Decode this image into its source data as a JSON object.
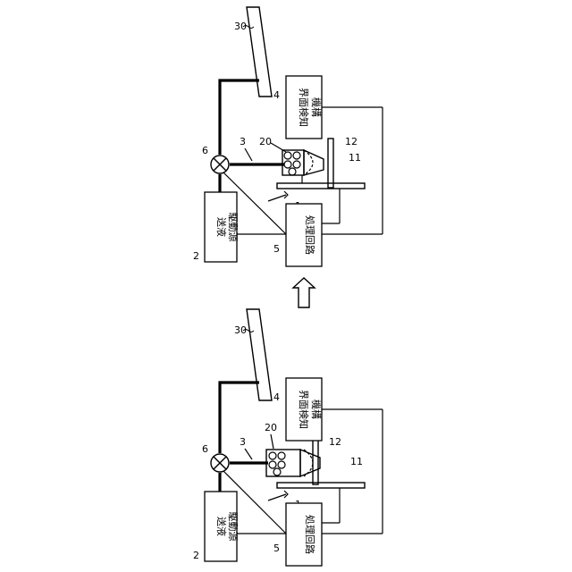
{
  "figure": {
    "arrow": "up",
    "panels": [
      {
        "id": "after",
        "source_label": [
          "送液",
          "駆動源"
        ],
        "detector_label": [
          "界面検知",
          "機構"
        ],
        "processor_label": "処理回路",
        "refs": {
          "source": "2",
          "valve_6": "6",
          "needle": "3",
          "sample": "20",
          "unit_4": "4",
          "unit_5": "5",
          "sensor_1": "1",
          "plate_11": "11",
          "post_12": "12",
          "plate_30": "30"
        }
      },
      {
        "id": "before",
        "source_label": [
          "送液",
          "駆動源"
        ],
        "detector_label": [
          "界面検知",
          "機構"
        ],
        "processor_label": "処理回路",
        "refs": {
          "source": "2",
          "valve_6": "6",
          "needle": "3",
          "sample": "20",
          "unit_4": "4",
          "unit_5": "5",
          "sensor_1": "1",
          "plate_11": "11",
          "post_12": "12",
          "plate_30": "30"
        }
      }
    ]
  }
}
